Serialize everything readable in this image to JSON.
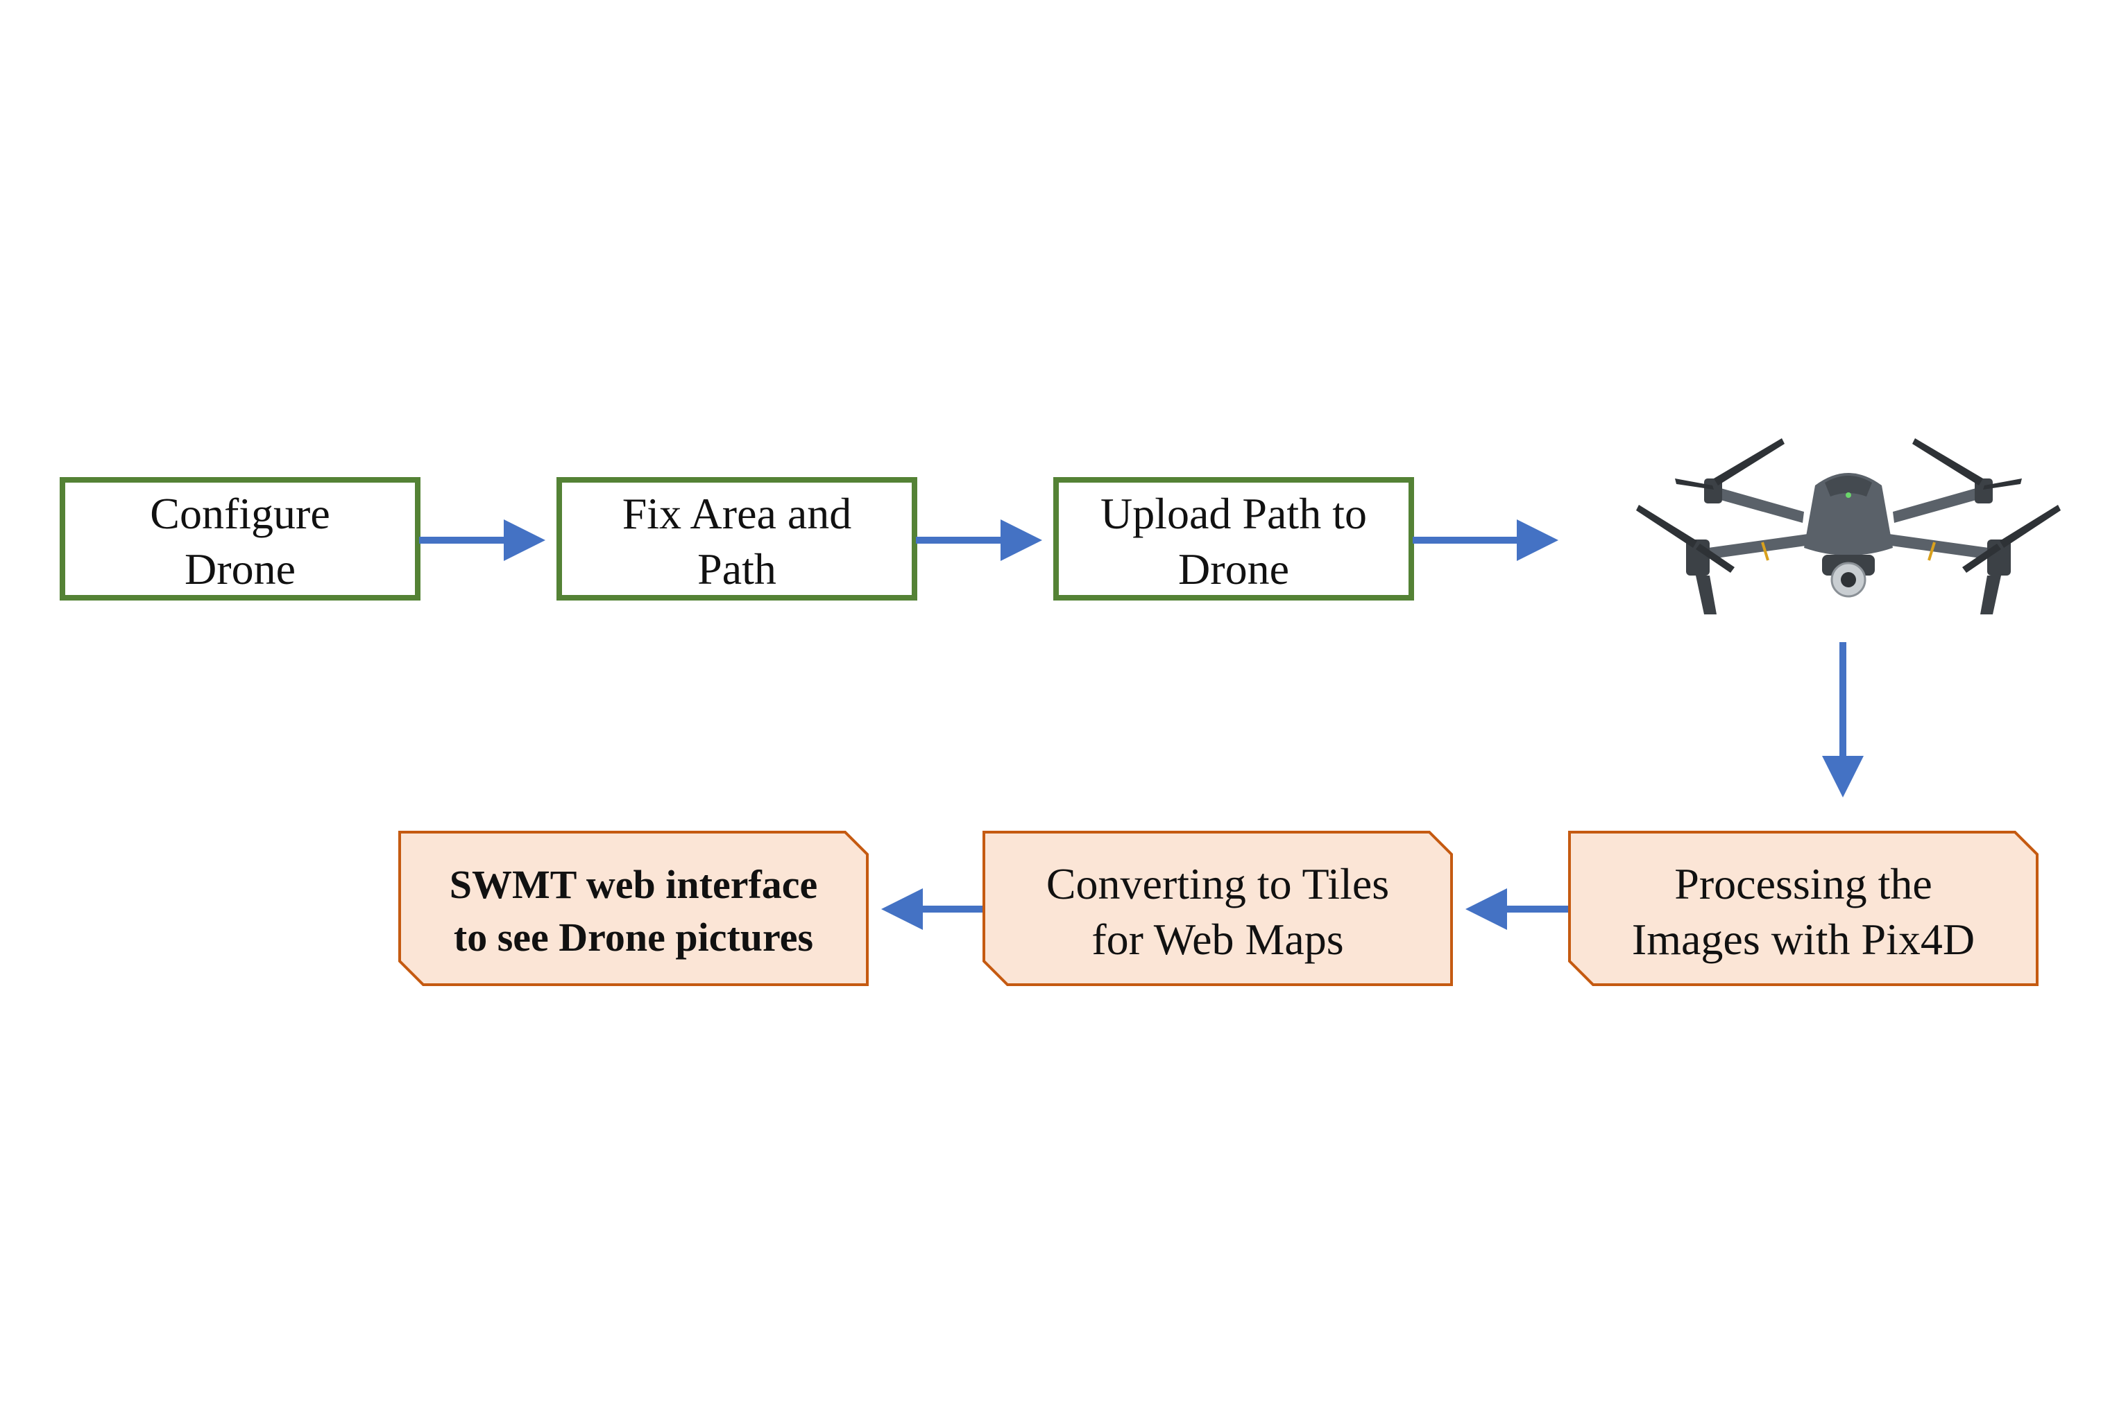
{
  "colors": {
    "green_border": "#548235",
    "arrow_blue": "#4472C4",
    "orange_border": "#C55A11",
    "orange_fill": "#FBE5D6",
    "drone_body": "#5A6169",
    "drone_dark": "#2E3236",
    "accent_yellow": "#D9A11E"
  },
  "icons": {
    "drone": "quadcopter-drone-icon"
  },
  "steps_top": [
    {
      "lines": [
        "Configure",
        "Drone"
      ]
    },
    {
      "lines": [
        "Fix Area and",
        "Path"
      ]
    },
    {
      "lines": [
        "Upload Path to",
        "Drone"
      ]
    }
  ],
  "steps_bottom": [
    {
      "lines": [
        "Processing the",
        "Images with Pix4D"
      ]
    },
    {
      "lines": [
        "Converting to Tiles",
        "for Web Maps"
      ]
    },
    {
      "lines": [
        "SWMT web interface",
        "to see Drone pictures"
      ]
    }
  ]
}
